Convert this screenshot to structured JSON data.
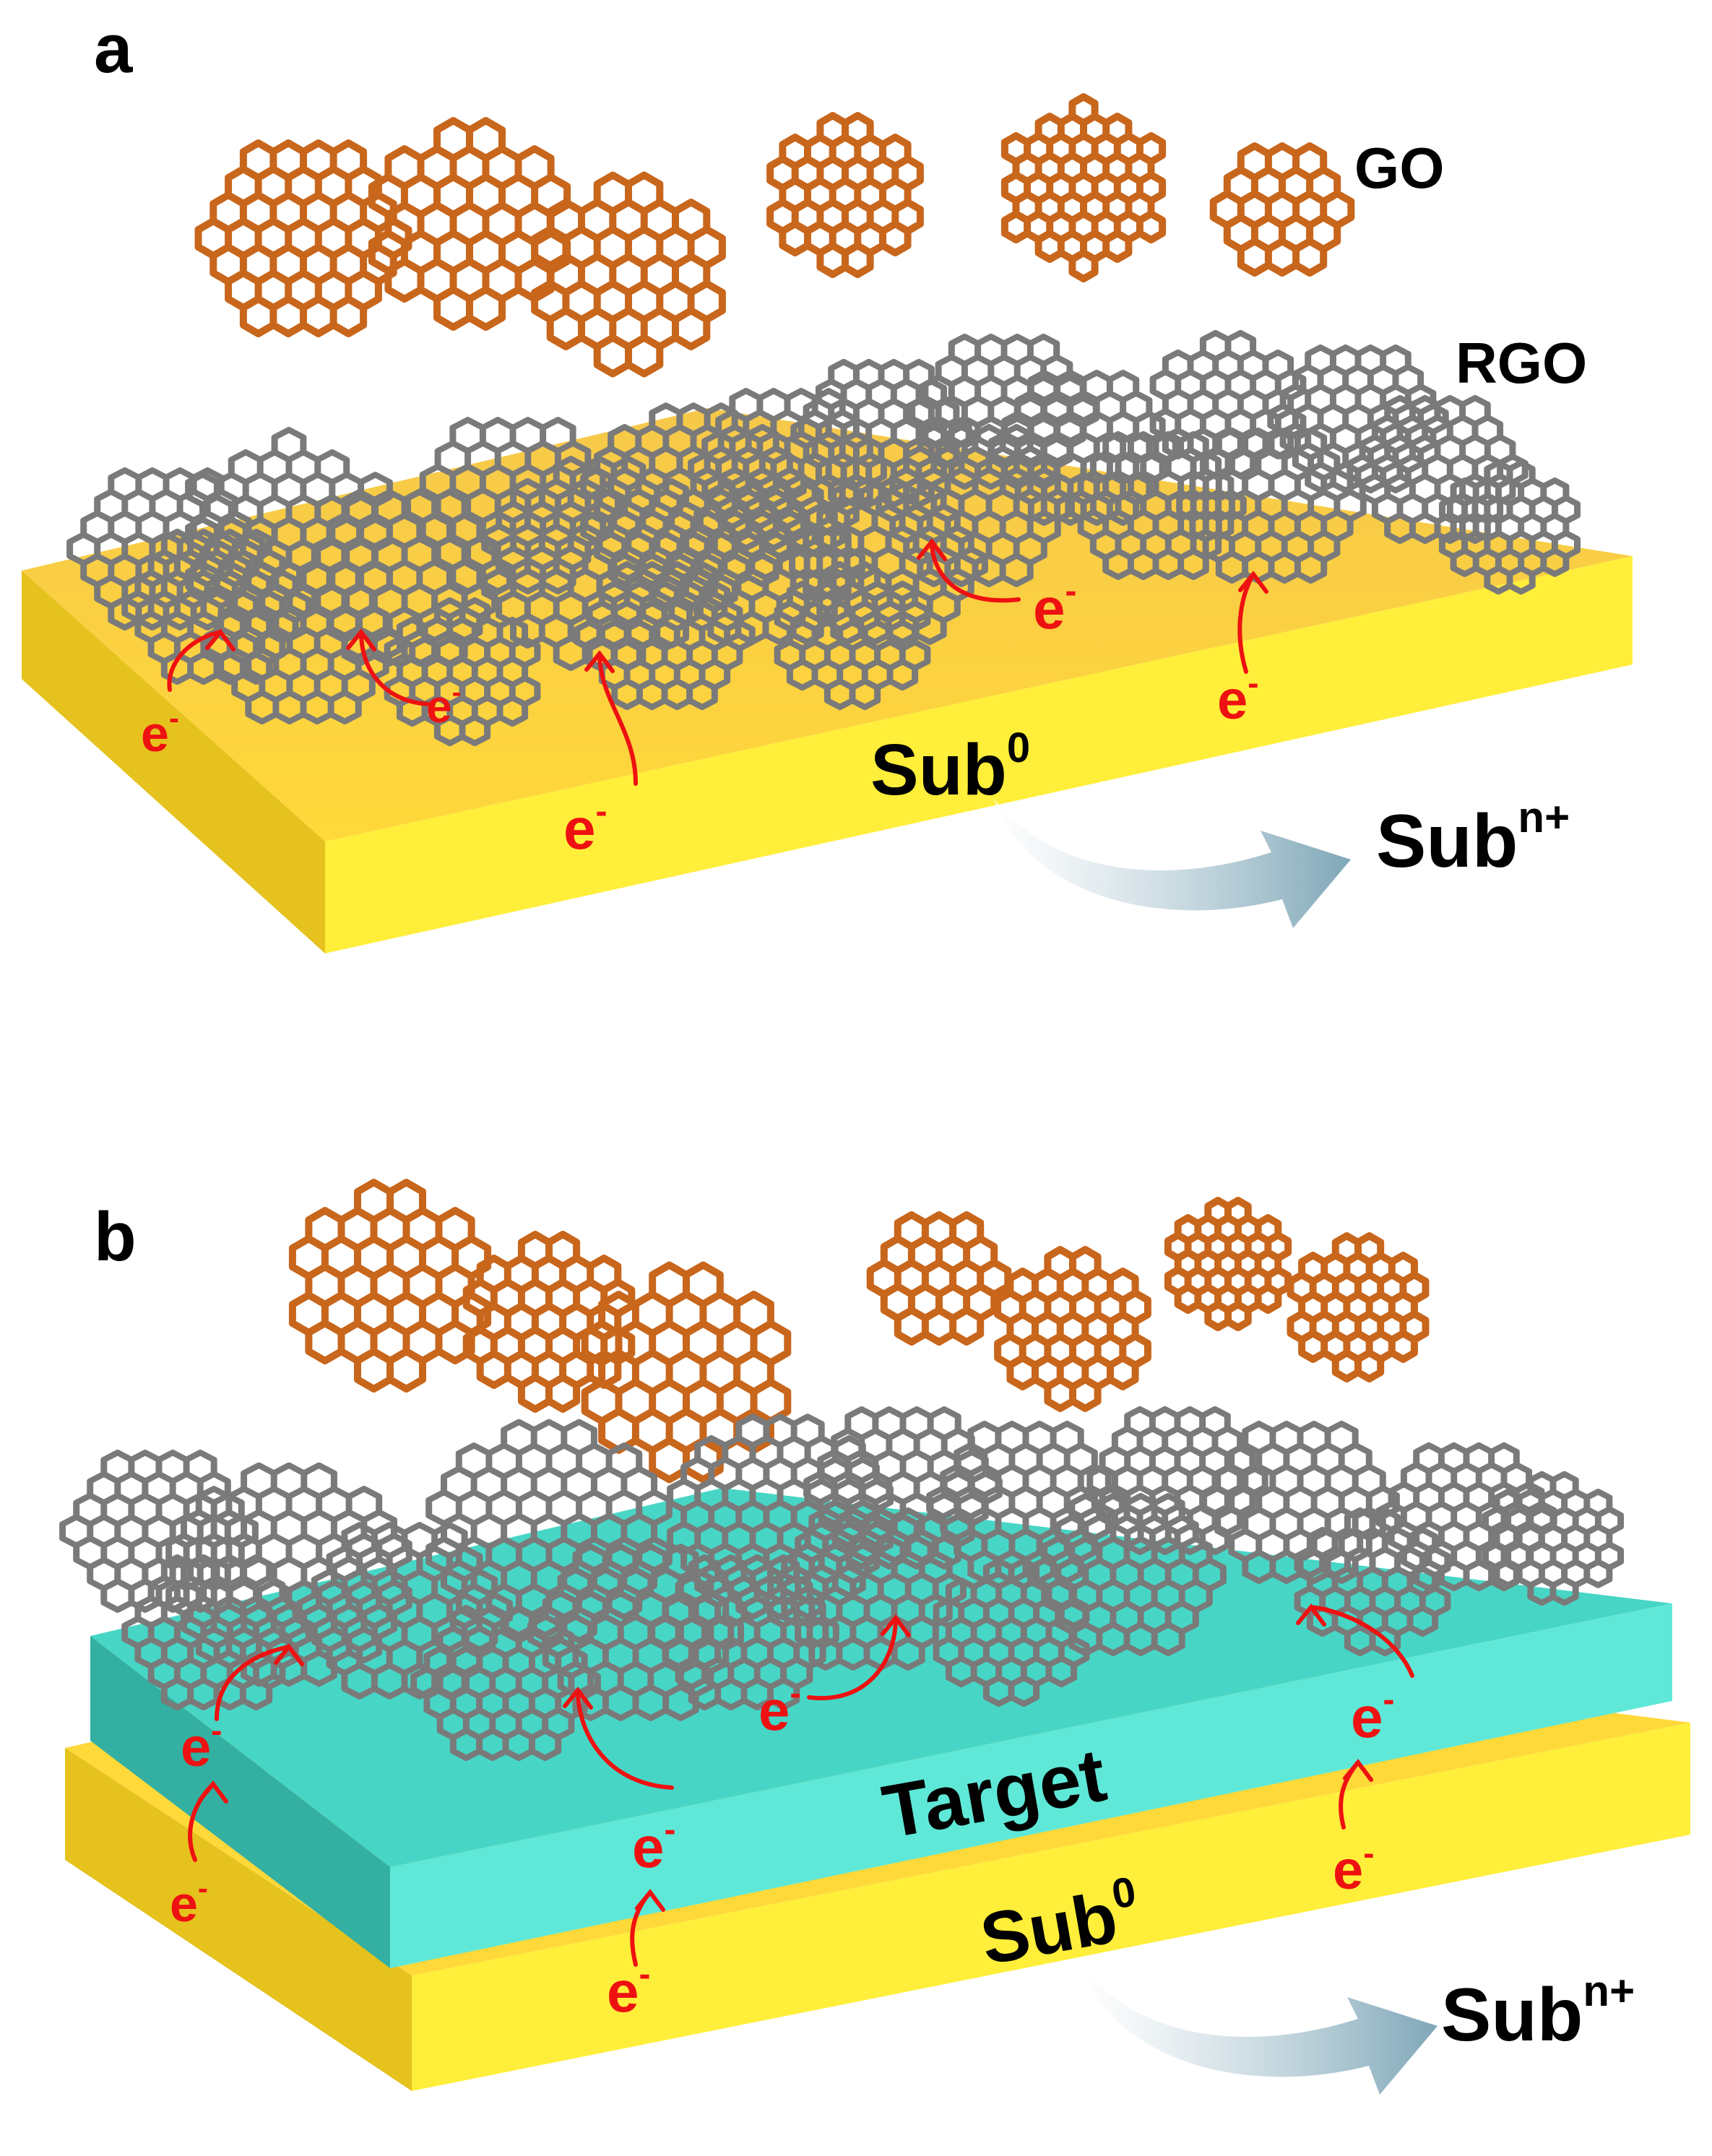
{
  "panels": [
    {
      "label": "a",
      "ox": 0,
      "oy": 0,
      "go_label": "GO",
      "rgo_label": "RGO",
      "substrate_label": "Sub",
      "substrate_sup": "0",
      "product_label": "Sub",
      "product_sup": "n+",
      "electron": "e",
      "electron_sup": "-"
    },
    {
      "label": "b",
      "ox": 0,
      "oy": 0,
      "target_label": "Target",
      "substrate_label": "Sub",
      "substrate_sup": "0",
      "product_label": "Sub",
      "product_sup": "n+",
      "electron": "e",
      "electron_sup": "-"
    }
  ],
  "colors": {
    "substrate_top": "#ffe96a",
    "substrate_front": "#ffeb3b",
    "substrate_side": "#e0be1a",
    "target_top": "#4fdac8",
    "target_front": "#5ce8d8",
    "target_side": "#3ab3a3",
    "go": "#c8661c",
    "rgo": "#7a7a7a",
    "electron": "#ee1111",
    "arrow": "#8fb3c2"
  }
}
